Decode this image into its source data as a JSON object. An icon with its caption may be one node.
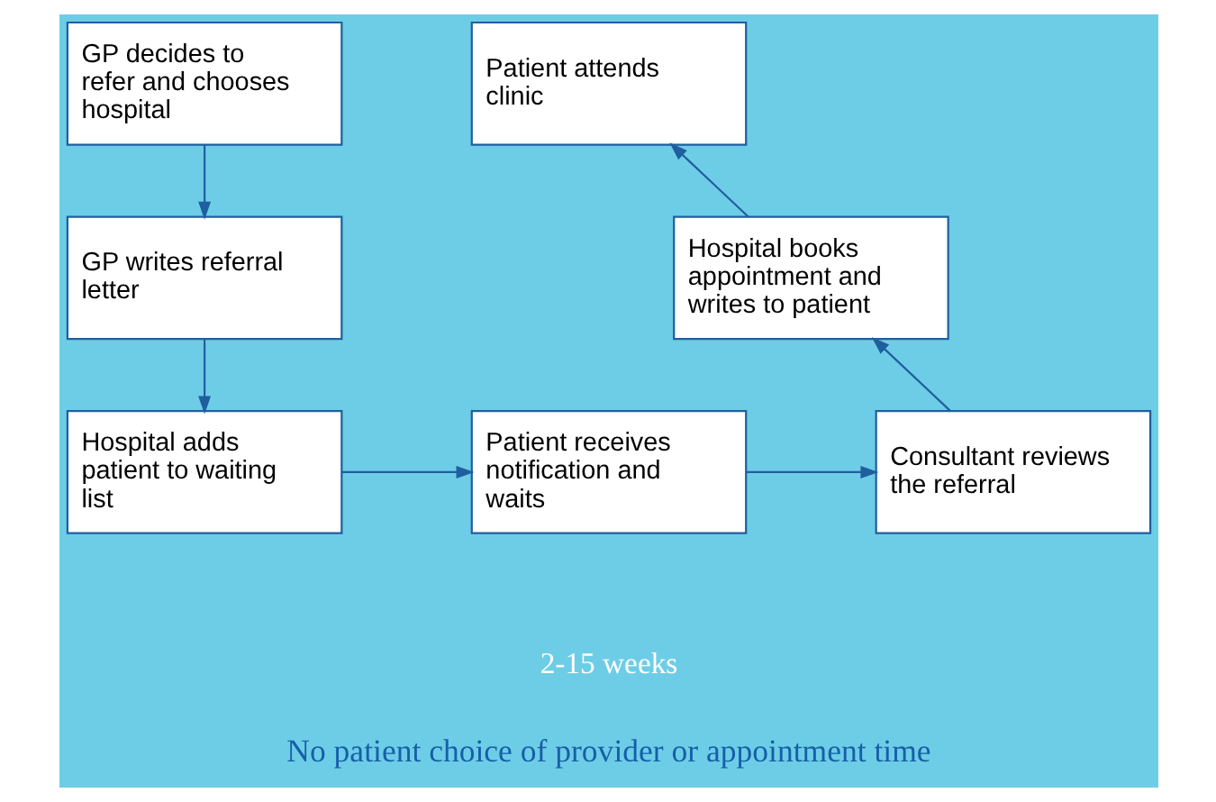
{
  "diagram": {
    "caption": "No patient choice of provider or appointment time",
    "nodes": [
      {
        "text": [
          "GP decides to refer and chooses hospital"
        ]
      },
      {
        "text": [
          "GP writes referral letter"
        ]
      },
      {
        "text": [
          "Hospital adds patient to waiting list"
        ]
      },
      {
        "text": [
          "Patient receives notification and waits"
        ]
      },
      {
        "text": [
          "Consultant reviews the referral"
        ]
      },
      {
        "text": [
          "Hospital books appointment and writes to patient"
        ]
      },
      {
        "text": [
          "Patient attends clinic"
        ]
      }
    ],
    "edges": [
      {
        "from": 0,
        "to": 1,
        "arrow": "to"
      },
      {
        "from": 1,
        "to": 2,
        "arrow": "to"
      },
      {
        "from": 2,
        "to": 3,
        "arrow": "to"
      },
      {
        "from": 3,
        "to": 4,
        "arrow": "to"
      },
      {
        "from": 4,
        "to": 5,
        "arrow": "to"
      },
      {
        "from": 5,
        "to": 6,
        "arrow": "to"
      }
    ],
    "labels": [
      "2-15 weeks"
    ]
  }
}
